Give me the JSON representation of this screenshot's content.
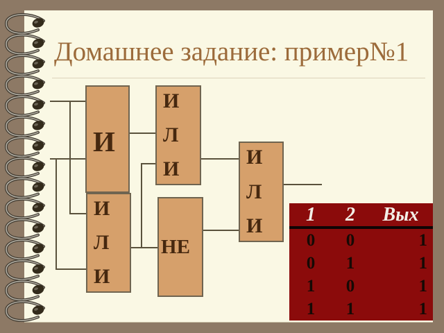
{
  "slide": {
    "title": "Домашнее задание: пример№1"
  },
  "circuit": {
    "gates": {
      "and": {
        "label": "И"
      },
      "or1": {
        "letters": [
          "И",
          "Л",
          "И"
        ]
      },
      "or2": {
        "letters": [
          "И",
          "Л",
          "И"
        ]
      },
      "or3": {
        "letters": [
          "И",
          "Л",
          "И"
        ]
      },
      "not": {
        "label": "НЕ"
      }
    }
  },
  "truth_table": {
    "headers": [
      "1",
      "2",
      "Вых"
    ],
    "rows": [
      [
        "0",
        "0",
        "1"
      ],
      [
        "0",
        "1",
        "1"
      ],
      [
        "1",
        "0",
        "1"
      ],
      [
        "1",
        "1",
        "1"
      ]
    ]
  },
  "colors": {
    "background_brown": "#8d7965",
    "paper_cream": "#faf8e4",
    "gate_fill_tan": "#d6a06b",
    "gate_text_brown": "#46280f",
    "title_brown": "#9c6b3b",
    "table_red": "#8b0b0b",
    "wire_gray": "#5a523c"
  }
}
